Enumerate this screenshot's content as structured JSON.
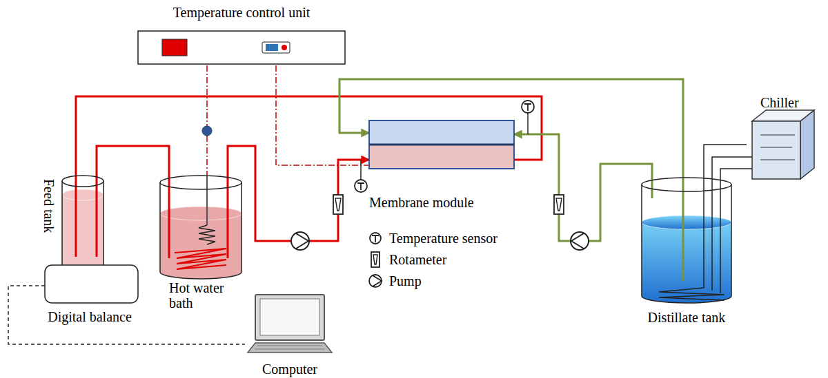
{
  "diagram": {
    "nodes": [
      {
        "text": [
          "Temperature control unit"
        ]
      },
      {
        "text": [
          "Feed tank"
        ]
      },
      {
        "text": [
          "Digital balance"
        ]
      },
      {
        "text": [
          "Hot water bath"
        ]
      },
      {
        "text": [
          "Membrane module"
        ]
      },
      {
        "text": [
          "Chiller"
        ]
      },
      {
        "text": [
          "Distillate tank"
        ]
      },
      {
        "text": [
          "Computer"
        ]
      }
    ],
    "edges": [
      {
        "from": 1,
        "to": 3,
        "arrow": "none"
      },
      {
        "from": 3,
        "to": 4,
        "arrow": "to"
      },
      {
        "from": 4,
        "to": 1,
        "arrow": "none"
      },
      {
        "from": 6,
        "to": 4,
        "arrow": "to"
      },
      {
        "from": 6,
        "to": 4,
        "arrow": "to"
      },
      {
        "from": 0,
        "to": 3,
        "arrow": "none"
      },
      {
        "from": 0,
        "to": 4,
        "arrow": "none"
      },
      {
        "from": 5,
        "to": 6,
        "arrow": "none"
      },
      {
        "from": 2,
        "to": 7,
        "arrow": "none"
      }
    ],
    "legend": [
      {
        "text": "Temperature sensor"
      },
      {
        "text": "Rotameter"
      },
      {
        "text": "Pump"
      }
    ]
  }
}
